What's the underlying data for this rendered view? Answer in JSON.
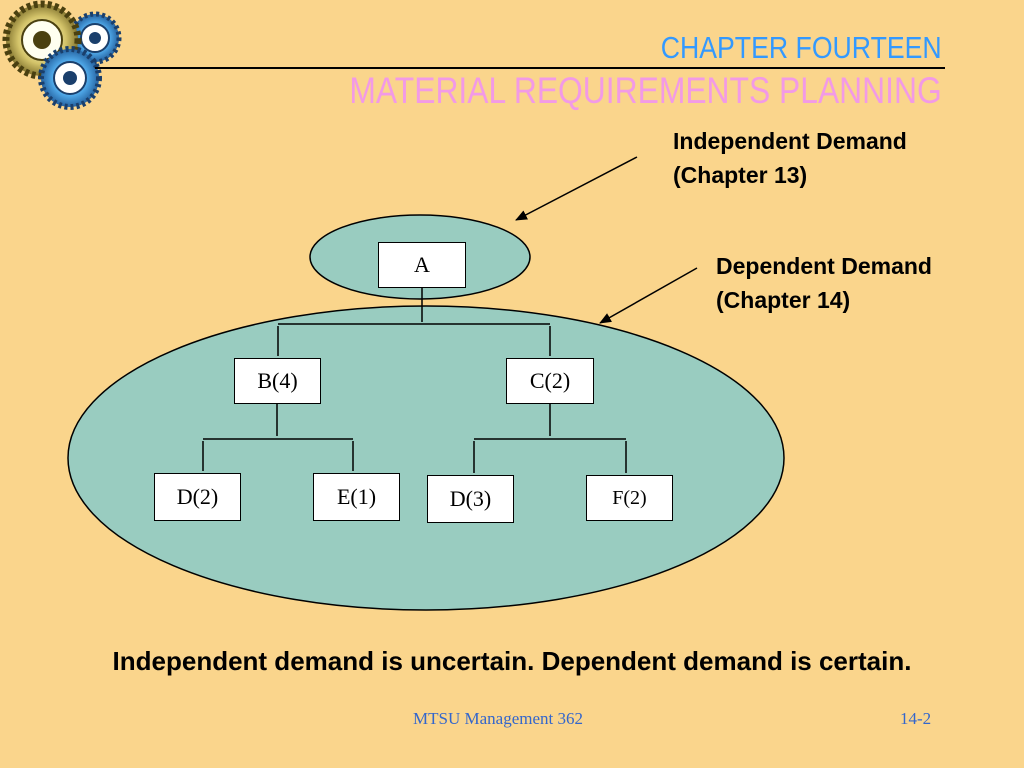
{
  "slide": {
    "chapter_title": "CHAPTER FOURTEEN",
    "subtitle": "MATERIAL REQUIREMENTS PLANNING",
    "independent_label_line1": "Independent Demand",
    "independent_label_line2": "(Chapter 13)",
    "dependent_label_line1": "Dependent Demand",
    "dependent_label_line2": "(Chapter 14)",
    "conclusion": "Independent demand is uncertain.  Dependent demand is certain.",
    "footer_left": "MTSU Management 362",
    "footer_right": "14-2"
  },
  "tree": {
    "a": "A",
    "b": "B(4)",
    "c": "C(2)",
    "d2": "D(2)",
    "e1": "E(1)",
    "d3": "D(3)",
    "f2": "F(2)"
  },
  "colors": {
    "background": "#FAD58C",
    "ellipse_fill": "#99CCC0",
    "title_blue": "#3399FF",
    "subtitle_pink": "#F29AE6",
    "footer_blue": "#3366CC"
  },
  "icons": {
    "logo": "gears-icon"
  }
}
